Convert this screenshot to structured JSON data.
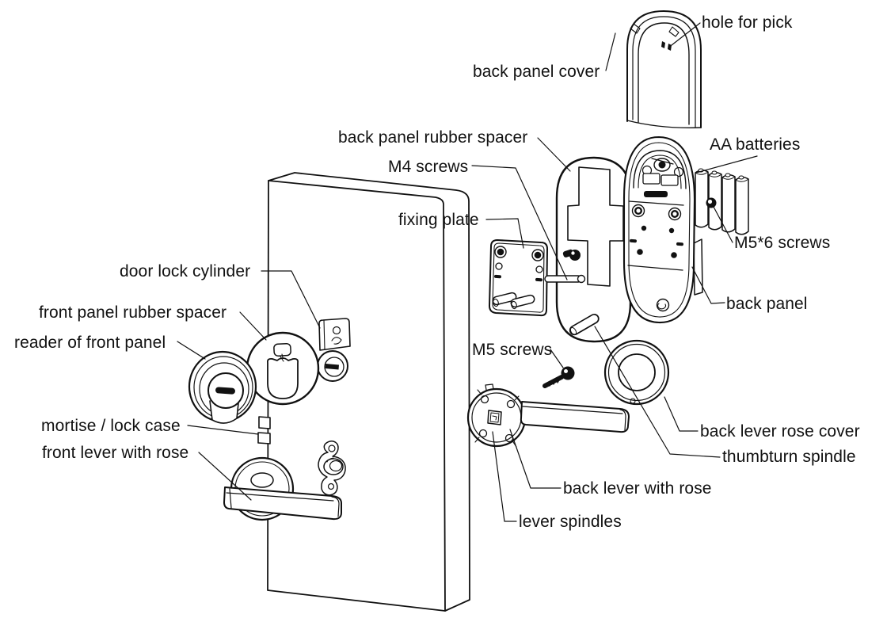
{
  "canvas": {
    "background_color": "#ffffff",
    "line_color": "#111111"
  },
  "labels": {
    "hole_for_pick": "hole for pick",
    "back_panel_cover": "back panel cover",
    "back_panel_rubber_spacer": "back panel rubber spacer",
    "m4_screws": "M4 screws",
    "aa_batteries": "AA batteries",
    "fixing_plate": "fixing plate",
    "m5x6_screws": "M5*6 screws",
    "back_panel": "back panel",
    "door_lock_cylinder": "door lock cylinder",
    "front_panel_rubber_spacer": "front panel rubber spacer",
    "reader_of_front_panel": "reader of front panel",
    "m5_screws": "M5 screws",
    "mortise_lock_case": "mortise / lock case",
    "front_lever_with_rose": "front lever with rose",
    "back_lever_rose_cover": "back lever rose cover",
    "thumbturn_spindle": "thumbturn spindle",
    "back_lever_with_rose": "back lever with rose",
    "lever_spindles": "lever spindles"
  }
}
